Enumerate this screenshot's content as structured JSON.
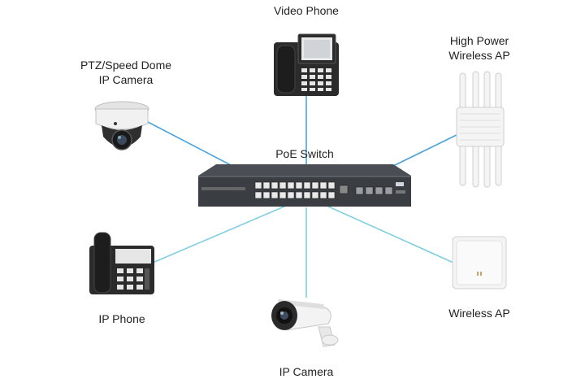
{
  "diagram": {
    "center": {
      "id": "poe-switch",
      "label": "PoE Switch"
    },
    "devices": [
      {
        "id": "video-phone",
        "label": "Video Phone"
      },
      {
        "id": "ptz-camera",
        "label_line1": "PTZ/Speed Dome",
        "label_line2": "IP Camera"
      },
      {
        "id": "high-power-ap",
        "label_line1": "High Power",
        "label_line2": "Wireless AP"
      },
      {
        "id": "ip-phone",
        "label": "IP Phone"
      },
      {
        "id": "ip-camera",
        "label": "IP Camera"
      },
      {
        "id": "wireless-ap",
        "label": "Wireless AP"
      }
    ],
    "connections": [
      {
        "from": "poe-switch",
        "to": "video-phone"
      },
      {
        "from": "poe-switch",
        "to": "ptz-camera"
      },
      {
        "from": "poe-switch",
        "to": "high-power-ap"
      },
      {
        "from": "poe-switch",
        "to": "ip-phone"
      },
      {
        "from": "poe-switch",
        "to": "ip-camera"
      },
      {
        "from": "poe-switch",
        "to": "wireless-ap"
      }
    ],
    "colors": {
      "link_top": "#4aa3d8",
      "link_bottom": "#7fcfe0",
      "device_dark": "#2b2b2b",
      "device_light": "#f2f2f2",
      "switch_body": "#3a3d42"
    }
  }
}
